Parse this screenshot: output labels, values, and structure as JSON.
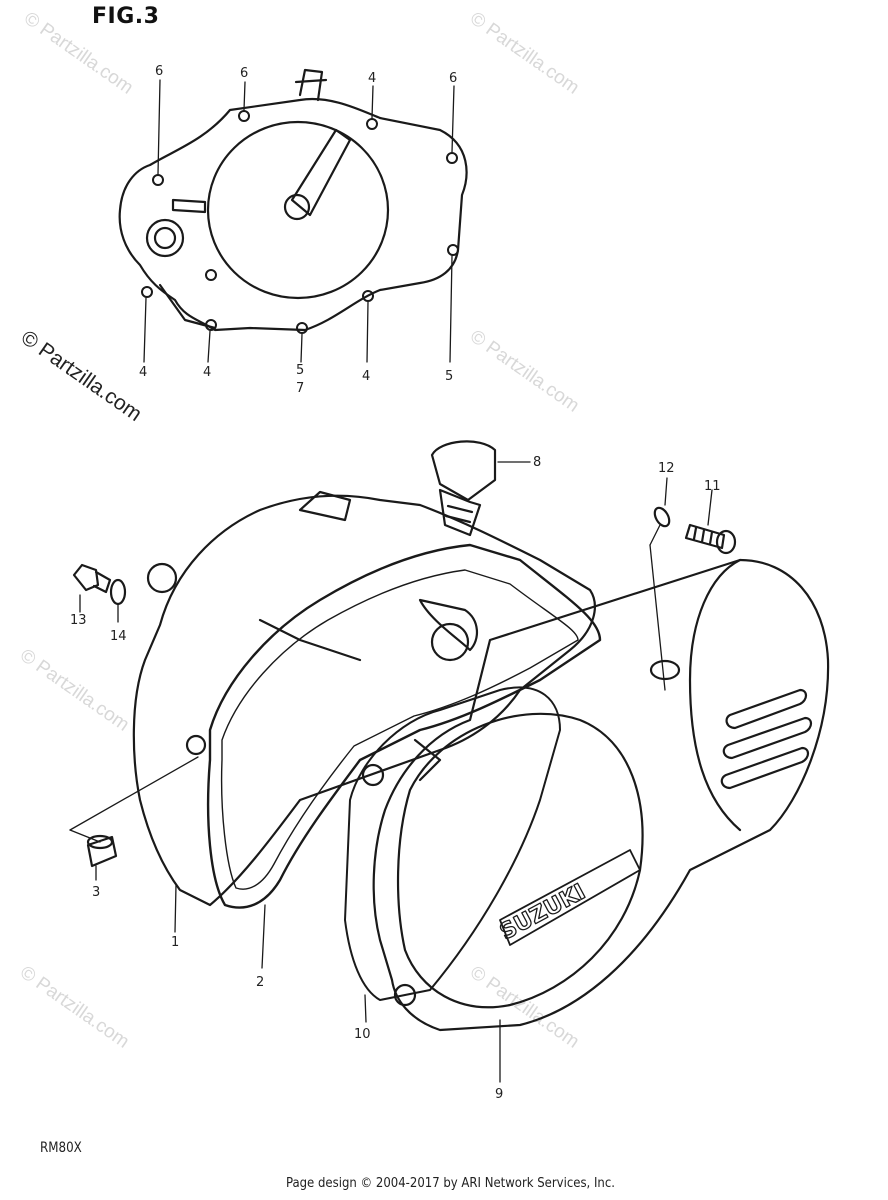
{
  "figure": {
    "title": "FIG.3",
    "model_code": "RM80X",
    "footer": "Page design © 2004-2017 by ARI Network Services, Inc."
  },
  "watermarks": [
    "© Partzilla.com",
    "© Partzilla.com",
    "© Partzilla.com",
    "© Partzilla.com",
    "© Partzilla.com",
    "© Partzilla.com",
    "© Partzilla.com"
  ],
  "cover_branding": "SUZUKI",
  "callouts": {
    "top_6a": "6",
    "top_6b": "6",
    "top_4a": "4",
    "top_6c": "6",
    "bot_4a": "4",
    "bot_4b": "4",
    "bot_5": "5",
    "bot_7": "7",
    "bot_4c": "4",
    "bot_5b": "5",
    "p8": "8",
    "p12": "12",
    "p11": "11",
    "p13": "13",
    "p14": "14",
    "p3": "3",
    "p1": "1",
    "p2": "2",
    "p10": "10",
    "p9": "9"
  }
}
